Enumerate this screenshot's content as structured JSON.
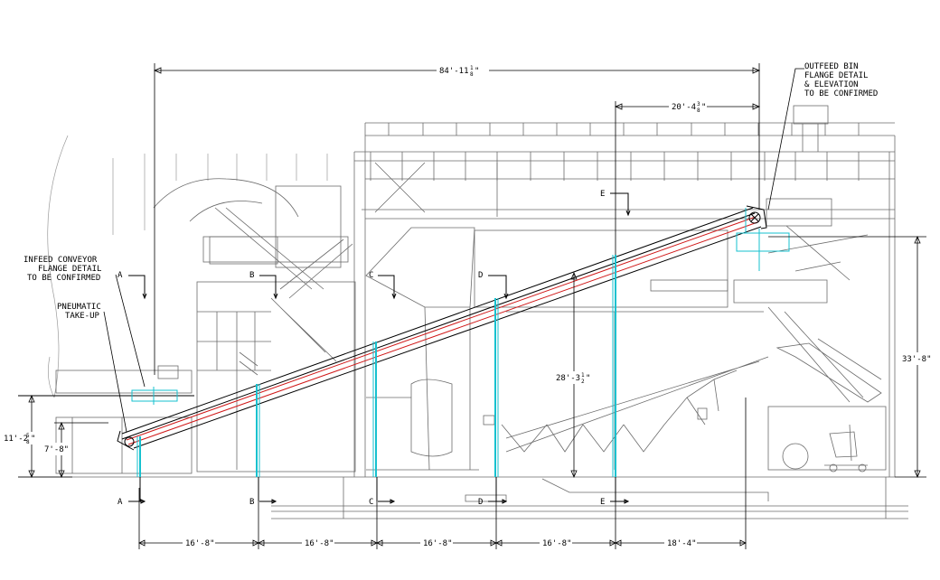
{
  "colors": {
    "background": "#ffffff",
    "linework": "#000000",
    "structure_gray": "#6b6b6b",
    "support_cyan": "#15c1cf",
    "belt_red": "#d01818"
  },
  "dimensions": {
    "overall": "84'-11",
    "overall_frac": {
      "num": "1",
      "den": "8"
    },
    "top_right": "20'-4",
    "top_right_frac": {
      "num": "3",
      "den": "8"
    },
    "rise": "28'-3",
    "rise_frac": {
      "num": "1",
      "den": "2"
    },
    "outfeed_elev": "33'-8\"",
    "infeed_elev": "11'-2",
    "infeed_elev_frac": {
      "num": "5",
      "den": "8"
    },
    "lower_elev": "7'-8\"",
    "spacing_1": "16'-8\"",
    "spacing_2": "16'-8\"",
    "spacing_3": "16'-8\"",
    "spacing_4": "16'-8\"",
    "spacing_5": "18'-4\""
  },
  "notes": {
    "outfeed": [
      "OUTFEED BIN",
      "FLANGE DETAIL",
      "& ELEVATION",
      "TO BE CONFIRMED"
    ],
    "infeed": [
      "INFEED CONVEYOR",
      "FLANGE DETAIL",
      "TO BE CONFIRMED"
    ],
    "takeup": [
      "PNEUMATIC",
      "TAKE-UP"
    ]
  },
  "sections": {
    "a_top": "A",
    "a_bot": "A",
    "b_top": "B",
    "b_bot": "B",
    "c_top": "C",
    "c_bot": "C",
    "d_top": "D",
    "d_bot": "D",
    "e_top": "E",
    "e_bot": "E"
  }
}
